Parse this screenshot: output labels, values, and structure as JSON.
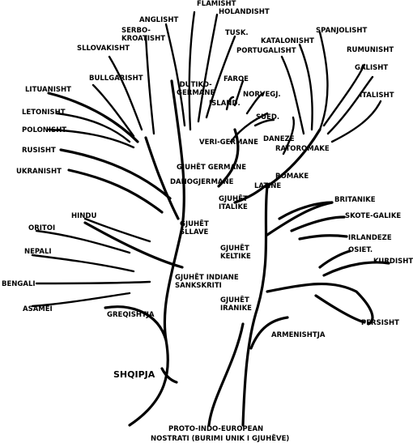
{
  "labels": {
    "flamisht": "FLAMISHT",
    "holandisht": "HOLANDISHT",
    "anglisht": "ANGLISHT",
    "serbo_kroatisht": "SERBO-\nKROATISHT",
    "tusk": "TUSK.",
    "spanjolisht": "SPANJOLISHT",
    "katalonisht": "KATALONISHT",
    "sllovakisht": "SLLOVAKISHT",
    "portugalisht": "PORTUGALISHT",
    "rumunisht": "RUMUNISHT",
    "bullgarisht": "BULLGARISHT",
    "dutiko_germane": "DUTIKO-\nGERMANE",
    "faroe": "FAROE",
    "galisht": "GALISHT",
    "lituanisht": "LITUANISHT",
    "island": "ISLAND.",
    "norvegj": "NORVEGJ.",
    "italisht": "ITALISHT",
    "letonisht": "LETONISHT",
    "sued": "SUED.",
    "polonisht": "POLONISHT",
    "veri_germane": "VERI-GERMANE",
    "daneze": "DANEZE",
    "ratoromake": "RATOROMAKE",
    "rusisht": "RUSISHT",
    "gjuhet_germane": "GJUHËT GERMANE",
    "romake": "ROMAKE",
    "ukranisht": "UKRANISHT",
    "danogjermane": "DANOGJERMANE",
    "latine": "LATINE",
    "gjuhet_italike": "GJUHËT\nITALIKE",
    "britanike": "BRITANIKE",
    "hindu": "HINDU",
    "skote_galike": "SKOTE-GALIKE",
    "oritoi": "ORITOI",
    "gjuhet_sllave": "GJUHËT\nSLLAVE",
    "irlandeze": "IRLANDEZE",
    "nepali": "NEPALI",
    "gjuhet_keltike": "GJUHËT\nKELTIKE",
    "osiet": "OSIET.",
    "kurdisht": "KURDISHT",
    "gjuhet_indiane": "GJUHËT INDIANE\nSANKSKRITI",
    "bengali": "BENGALI",
    "asamei": "ASAMEI",
    "gjuhet_iranike": "GJUHËT\nIRANIKE",
    "greqishtja": "GREQISHTJA",
    "persisht": "PERSISHT",
    "armenishtja": "ARMENISHTJA",
    "shqipja": "SHQIPJA",
    "proto": "PROTO-INDO-EUROPEAN",
    "nostrati": "NOSTRATI (BURIMI UNIK I GJUHËVE)"
  }
}
